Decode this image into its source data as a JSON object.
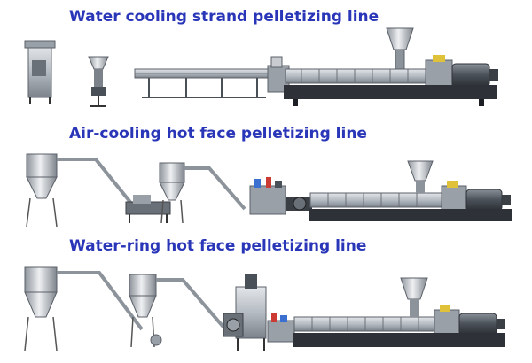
{
  "titles": {
    "water_cooling": "Water cooling strand pelletizing line",
    "air_cooling": "Air-cooling hot face pelletizing line",
    "water_ring": "Water-ring hot face pelletizing line"
  },
  "colors": {
    "title": "#2a36b8",
    "steel": "#b9bec4",
    "steel_dark": "#5b6068",
    "motor": "#4a5058",
    "base": "#2e3238",
    "panel": "#9aa0a8",
    "accent_blue": "#3b6fd0",
    "accent_red": "#cc3b33",
    "accent_yellow": "#e0c23a"
  },
  "icons": [
    "extruder-icon",
    "hopper-icon",
    "cyclone-icon",
    "pelletizer-icon",
    "water-tank-icon",
    "control-cabinet-icon",
    "motor-icon"
  ]
}
